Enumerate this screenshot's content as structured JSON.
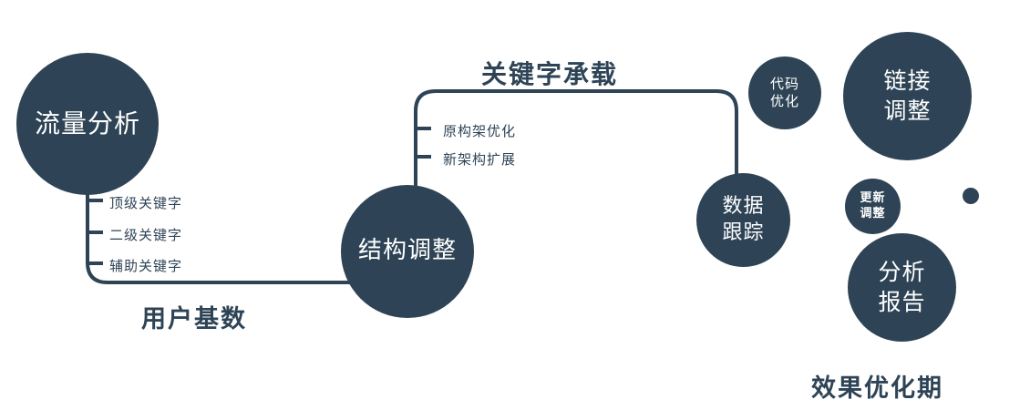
{
  "colors": {
    "primary": "#2e4456",
    "background": "#ffffff",
    "circle_text": "#ffffff"
  },
  "nodes": {
    "traffic_analysis": {
      "label": "流量分析"
    },
    "structure_adjustment": {
      "label": "结构调整"
    },
    "data_tracking": {
      "line1": "数据",
      "line2": "跟踪"
    },
    "code_optimization": {
      "line1": "代码",
      "line2": "优化"
    },
    "link_adjustment": {
      "line1": "链接",
      "line2": "调整"
    },
    "update_adjustment": {
      "line1": "更新",
      "line2": "调整"
    },
    "analysis_report": {
      "line1": "分析",
      "line2": "报告"
    }
  },
  "edge_labels": {
    "user_base": "用户基数",
    "keyword_bearing": "关键字承载",
    "optimization_phase": "效果优化期"
  },
  "branches": {
    "traffic_keywords": [
      "顶级关键字",
      "二级关键字",
      "辅助关键字"
    ],
    "architecture": [
      "原构架优化",
      "新架构扩展"
    ]
  }
}
